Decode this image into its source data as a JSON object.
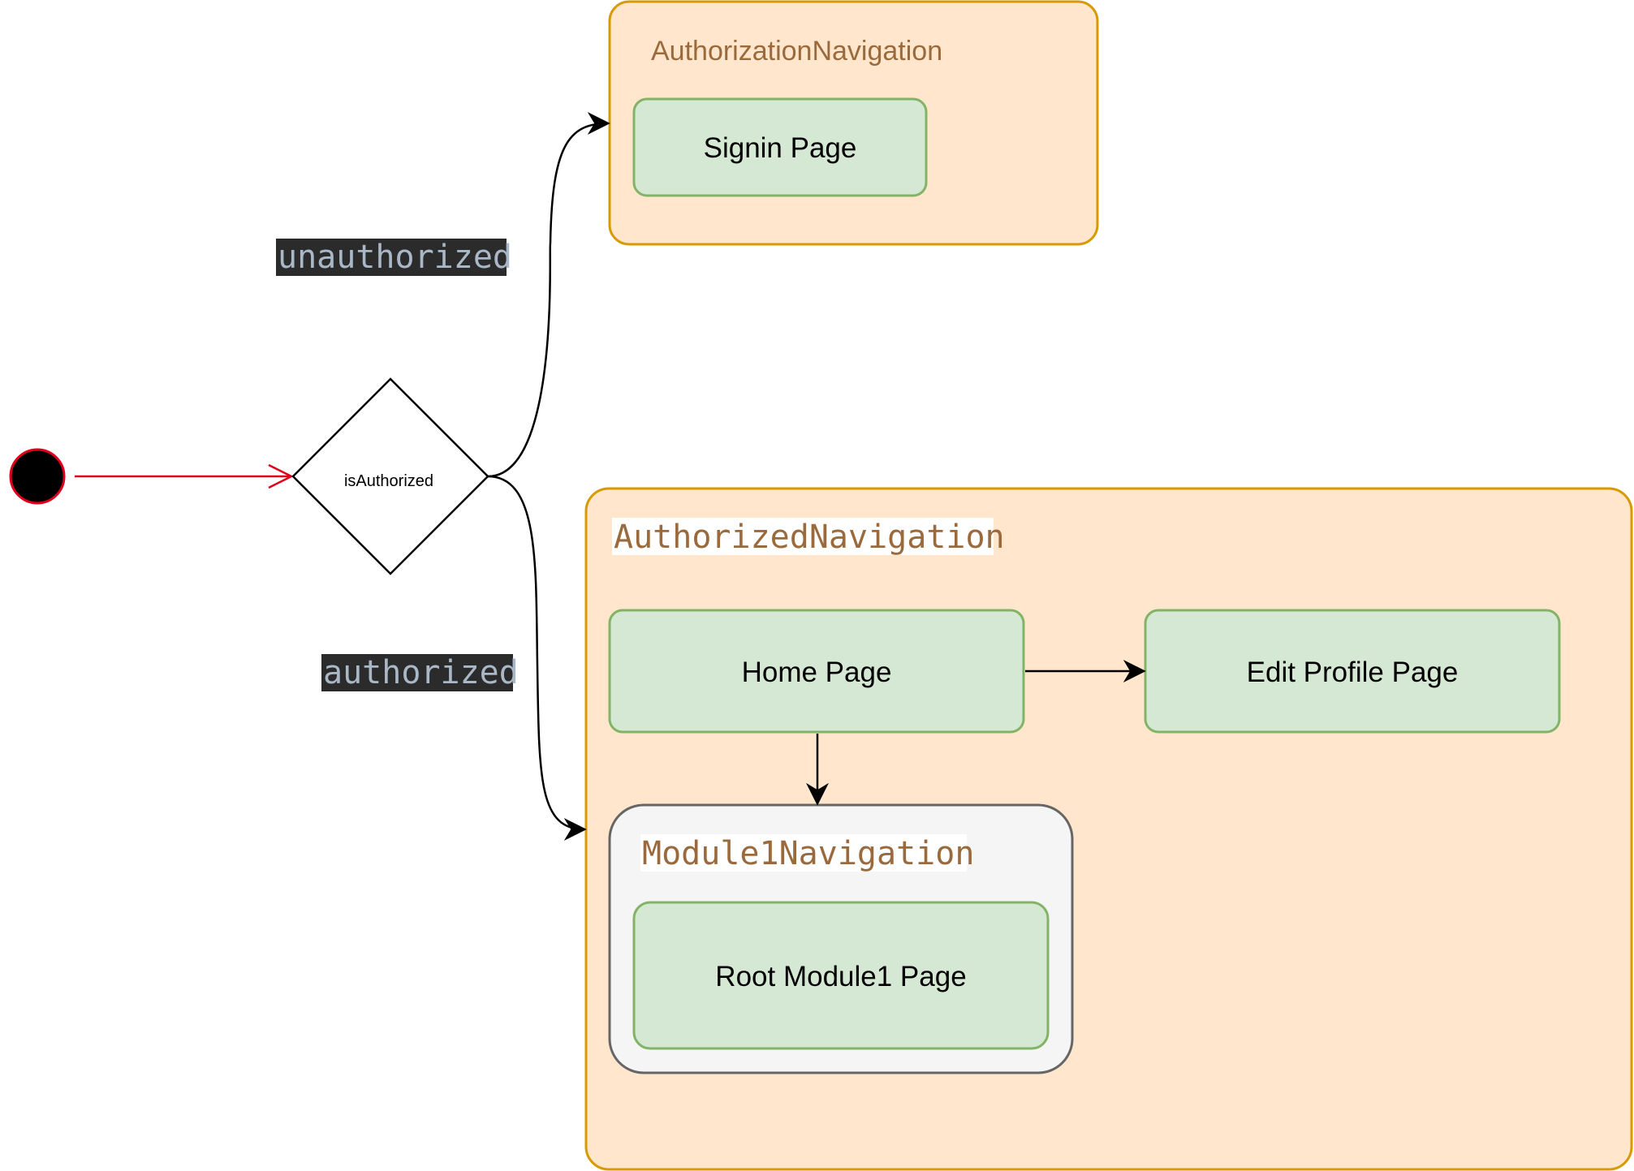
{
  "colors": {
    "container_fill": "#FFE6CC",
    "container_stroke": "#D79B00",
    "page_fill": "#D5E8D4",
    "page_stroke": "#82B366",
    "module_fill": "#F5F5F5",
    "module_stroke": "#666666",
    "title_text": "#9A6A3C",
    "edge_label_bg": "#2B2B2B",
    "edge_label_text": "#A9B7C6",
    "start_node_stroke": "#E0001B",
    "start_arrow": "#E0001B",
    "edge": "#000000"
  },
  "start_node": {
    "icon": "filled-circle"
  },
  "decision": {
    "label": "isAuthorized"
  },
  "edges": {
    "unauthorized_label": "unauthorized",
    "authorized_label": "authorized"
  },
  "authorization_navigation": {
    "title": "AuthorizationNavigation",
    "signin_page": "Signin Page"
  },
  "authorized_navigation": {
    "title": "AuthorizedNavigation",
    "home_page": "Home Page",
    "edit_profile_page": "Edit Profile Page",
    "module1_navigation": {
      "title": "Module1Navigation",
      "root_page": "Root Module1 Page"
    }
  }
}
